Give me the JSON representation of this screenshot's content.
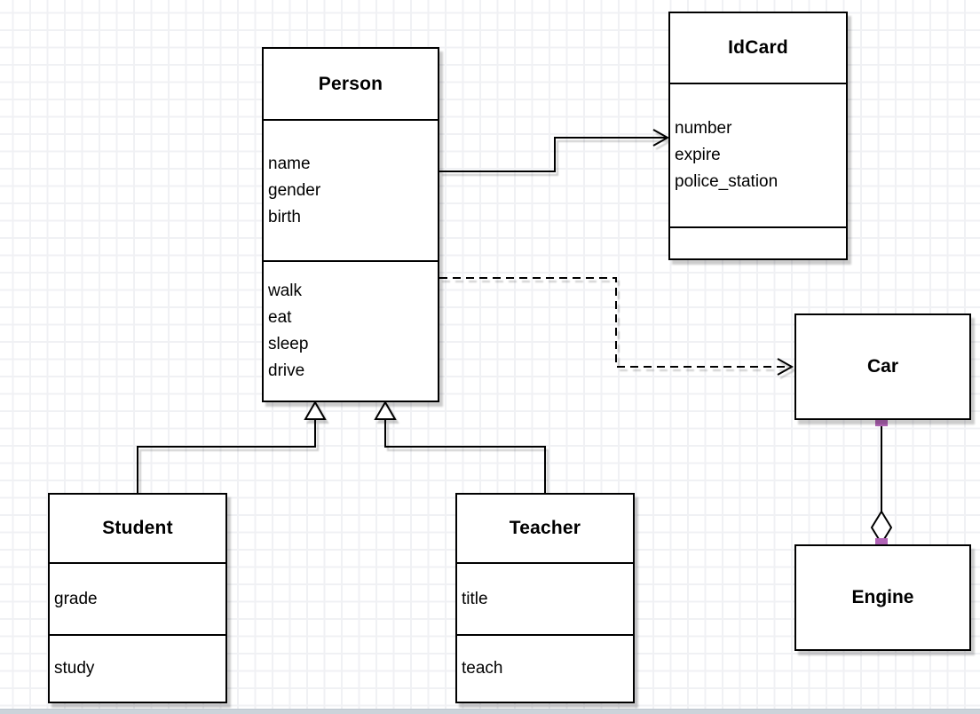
{
  "diagram": {
    "tool": "uml-class-diagram",
    "classes": {
      "person": {
        "name": "Person",
        "attributes": [
          "name",
          "gender",
          "birth"
        ],
        "methods": [
          "walk",
          "eat",
          "sleep",
          "drive"
        ]
      },
      "idcard": {
        "name": "IdCard",
        "attributes": [
          "number",
          "expire",
          "police_station"
        ],
        "methods": []
      },
      "car": {
        "name": "Car",
        "attributes": [],
        "methods": []
      },
      "engine": {
        "name": "Engine",
        "attributes": [],
        "methods": []
      },
      "student": {
        "name": "Student",
        "attributes": [
          "grade"
        ],
        "methods": [
          "study"
        ]
      },
      "teacher": {
        "name": "Teacher",
        "attributes": [
          "title"
        ],
        "methods": [
          "teach"
        ]
      }
    },
    "connectors": [
      {
        "type": "association",
        "from": "Person",
        "to": "IdCard",
        "line": "solid",
        "end": "open-arrow"
      },
      {
        "type": "dependency",
        "from": "Person",
        "to": "Car",
        "line": "dashed",
        "end": "open-arrow"
      },
      {
        "type": "generalization",
        "from": "Student",
        "to": "Person",
        "line": "solid",
        "end": "hollow-triangle"
      },
      {
        "type": "generalization",
        "from": "Teacher",
        "to": "Person",
        "line": "solid",
        "end": "hollow-triangle"
      },
      {
        "type": "aggregation",
        "from": "Car",
        "to": "Engine",
        "line": "solid",
        "end": "hollow-diamond"
      }
    ],
    "colors": {
      "line": "#000000",
      "box_fill": "#ffffff",
      "shadow": "rgba(0,0,0,0.20)",
      "connection_handle": "#b164b6",
      "grid_line": "#f0f1f4",
      "canvas_bottom_edge": "#ccd3da"
    }
  }
}
